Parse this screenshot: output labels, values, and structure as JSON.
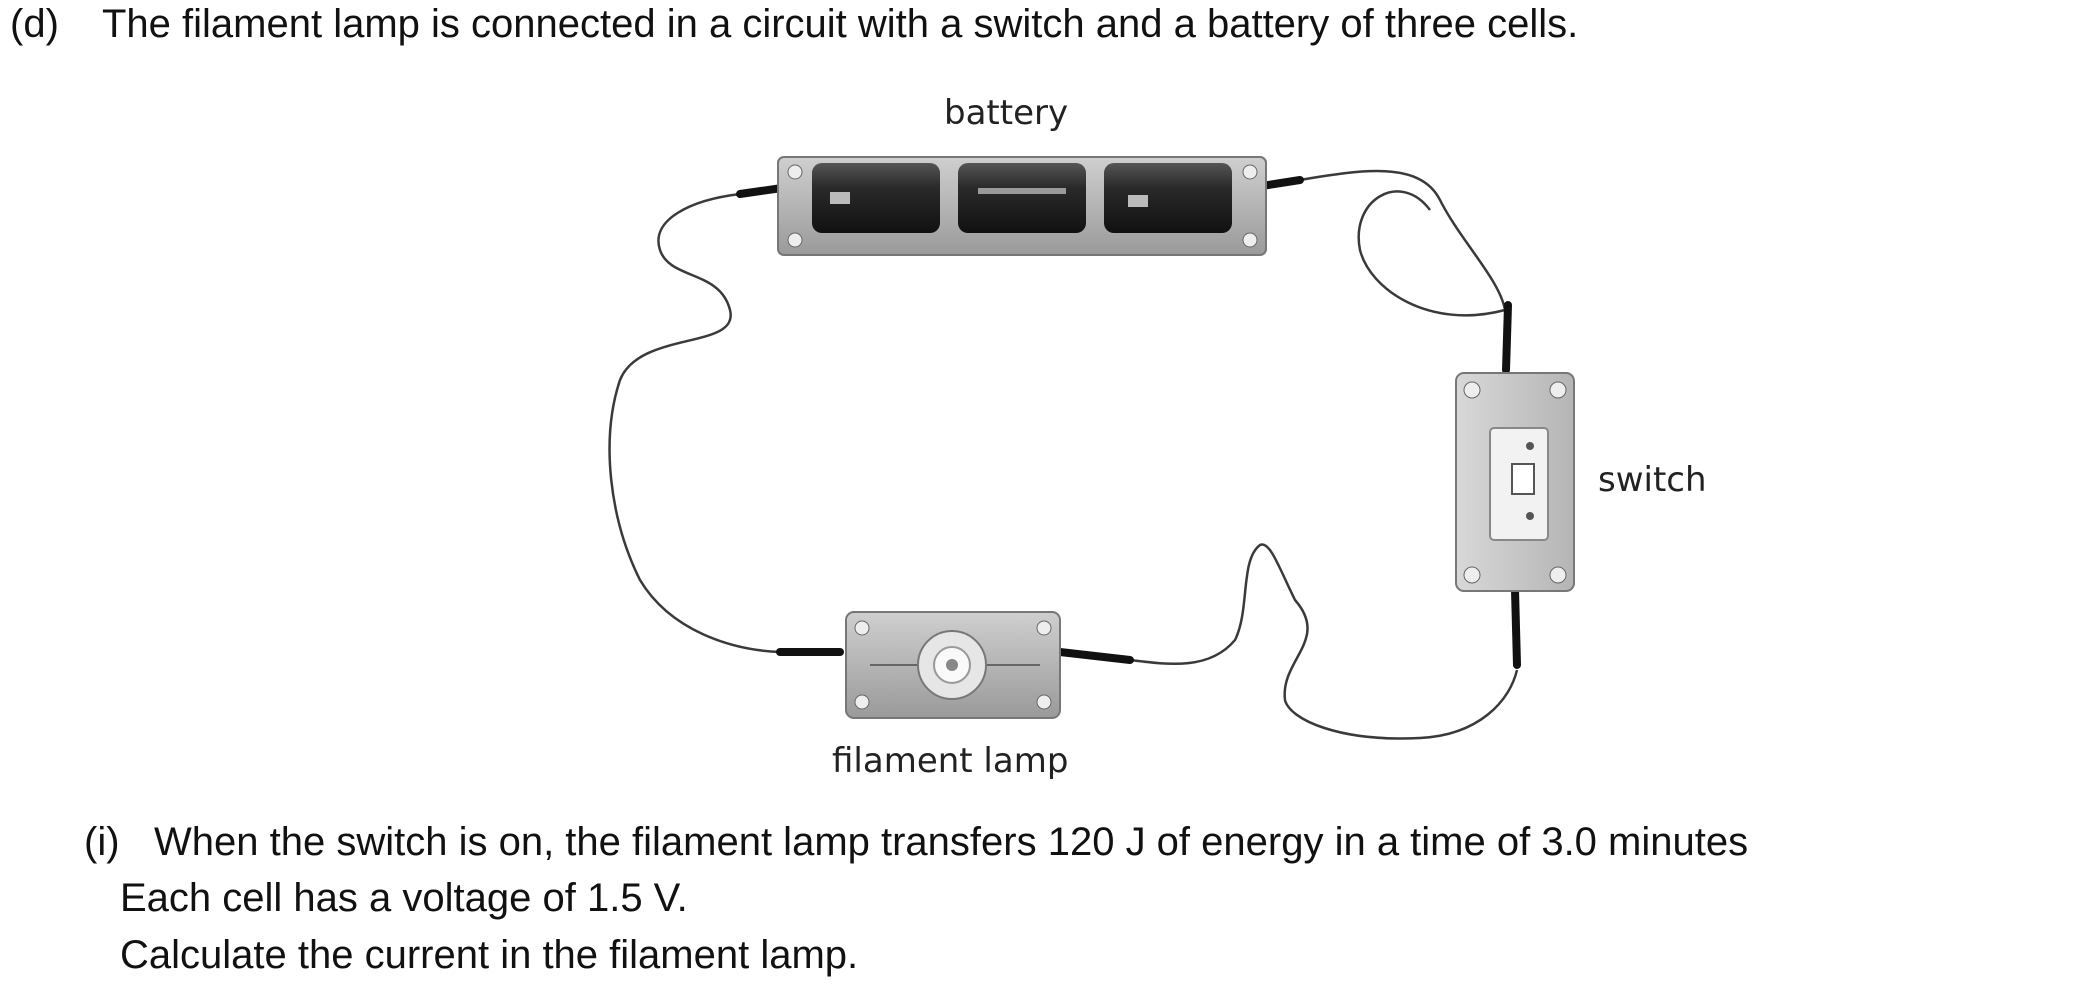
{
  "question": {
    "part_label": "(d)",
    "stem": "The filament lamp is connected in a circuit with a switch and a battery of three cells.",
    "sub_label": "(i)",
    "sub_line_1": "When the switch is on, the filament lamp transfers 120 J of energy in a time of 3.0 minutes",
    "sub_line_2": "Each cell has a voltage of 1.5 V.",
    "sub_line_3": "Calculate the current in the filament lamp."
  },
  "diagram": {
    "battery_label": "battery",
    "switch_label": "switch",
    "lamp_label": "filament lamp",
    "cell_count": 3
  }
}
